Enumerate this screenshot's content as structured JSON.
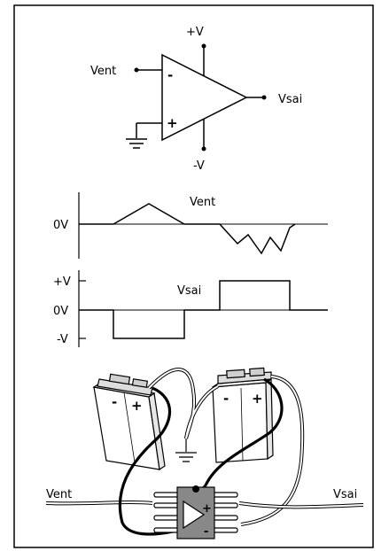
{
  "opamp": {
    "input_label": "Vent",
    "output_label": "Vsai",
    "positive_supply": "+V",
    "negative_supply": "-V",
    "inverting_sign": "-",
    "noninverting_sign": "+"
  },
  "input_waveform": {
    "zero_label": "0V",
    "signal_label": "Vent"
  },
  "output_waveform": {
    "plus_label": "+V",
    "zero_label": "0V",
    "minus_label": "-V",
    "signal_label": "Vsai"
  },
  "breadboard": {
    "input_label": "Vent",
    "output_label": "Vsai",
    "battery_left_minus": "-",
    "battery_left_plus": "+",
    "battery_right_minus": "-",
    "battery_right_plus": "+",
    "chip_plus": "+",
    "chip_minus": "-"
  }
}
